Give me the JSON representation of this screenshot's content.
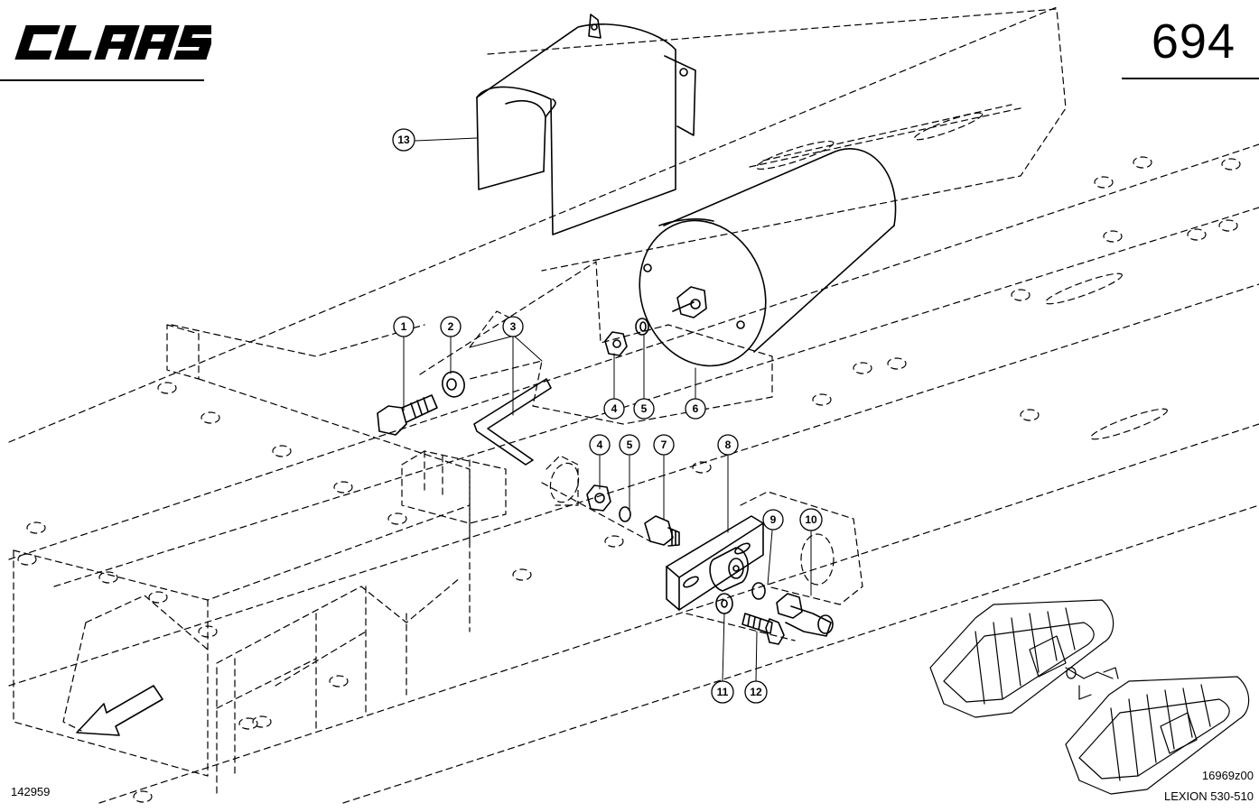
{
  "header": {
    "brand": "CLAAS",
    "page_number": "694"
  },
  "footer": {
    "image_id": "142959",
    "drawing_id": "16969z00",
    "model": "LEXION 530-510"
  },
  "callouts": [
    {
      "id": "1",
      "label": "1"
    },
    {
      "id": "2",
      "label": "2"
    },
    {
      "id": "3",
      "label": "3"
    },
    {
      "id": "4a",
      "label": "4"
    },
    {
      "id": "5a",
      "label": "5"
    },
    {
      "id": "6",
      "label": "6"
    },
    {
      "id": "4b",
      "label": "4"
    },
    {
      "id": "5b",
      "label": "5"
    },
    {
      "id": "7",
      "label": "7"
    },
    {
      "id": "8",
      "label": "8"
    },
    {
      "id": "9",
      "label": "9"
    },
    {
      "id": "10",
      "label": "10"
    },
    {
      "id": "11",
      "label": "11"
    },
    {
      "id": "12",
      "label": "12"
    },
    {
      "id": "13",
      "label": "13"
    }
  ],
  "colors": {
    "ink": "#000000",
    "paper": "#ffffff"
  }
}
